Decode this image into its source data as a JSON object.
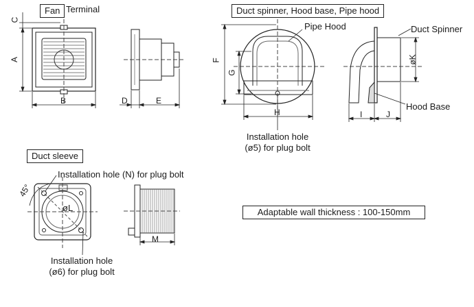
{
  "sections": {
    "fan": "Fan",
    "duct_spinner": "Duct spinner, Hood base, Pipe hood",
    "duct_sleeve": "Duct sleeve"
  },
  "callouts": {
    "terminal": "Terminal",
    "pipe_hood": "Pipe Hood",
    "duct_spinner": "Duct Spinner",
    "hood_base": "Hood Base",
    "install_hole_plug_l1": "Installation hole",
    "install_hole_plug_l2": "(ø5) for plug bolt",
    "install_hole_n": "Installation hole (N) for plug bolt",
    "install_hole_6_l1": "Installation hole",
    "install_hole_6_l2": "(ø6) for plug bolt",
    "angle": "45°"
  },
  "dimensions": {
    "A": "A",
    "B": "B",
    "C": "C",
    "D": "D",
    "E": "E",
    "F": "F",
    "G": "G",
    "H": "H",
    "I": "I",
    "J": "J",
    "K": "øK",
    "L": "øL",
    "M": "M"
  },
  "note": "Adaptable wall thickness : 100-150mm"
}
